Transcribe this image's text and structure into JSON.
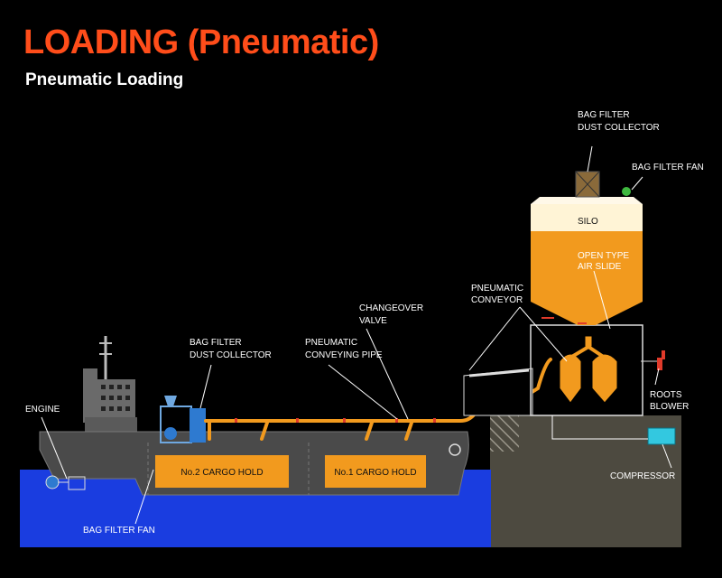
{
  "header": {
    "title": "LOADING (Pneumatic)",
    "subtitle": "Pneumatic Loading"
  },
  "labels": {
    "bag_filter_dust_collector_silo": [
      "BAG FILTER",
      "DUST COLLECTOR"
    ],
    "bag_filter_fan_silo": "BAG FILTER FAN",
    "silo": "SILO",
    "open_type_air_slide": [
      "OPEN TYPE",
      "AIR SLIDE"
    ],
    "pneumatic_conveyor": [
      "PNEUMATIC",
      "CONVEYOR"
    ],
    "changeover_valve": [
      "CHANGEOVER",
      "VALVE"
    ],
    "pneumatic_conveying_pipe": [
      "PNEUMATIC",
      "CONVEYING PIPE"
    ],
    "bag_filter_dust_collector_ship": [
      "BAG FILTER",
      "DUST COLLECTOR"
    ],
    "engine": "ENGINE",
    "roots_blower": [
      "ROOTS",
      "BLOWER"
    ],
    "compressor": "COMPRESSOR",
    "bag_filter_fan_ship": "BAG FILTER FAN",
    "hold_2": "No.2 CARGO HOLD",
    "hold_1": "No.1 CARGO HOLD"
  },
  "colors": {
    "background": "#000000",
    "title": "#ff4d1a",
    "cargo": "#f29a1e",
    "hull": "#4a4a4a",
    "water": "#1a3de0",
    "ground": "#4d4a40",
    "compressor": "#33c8e0",
    "pipe_marker": "#e03a2a"
  }
}
